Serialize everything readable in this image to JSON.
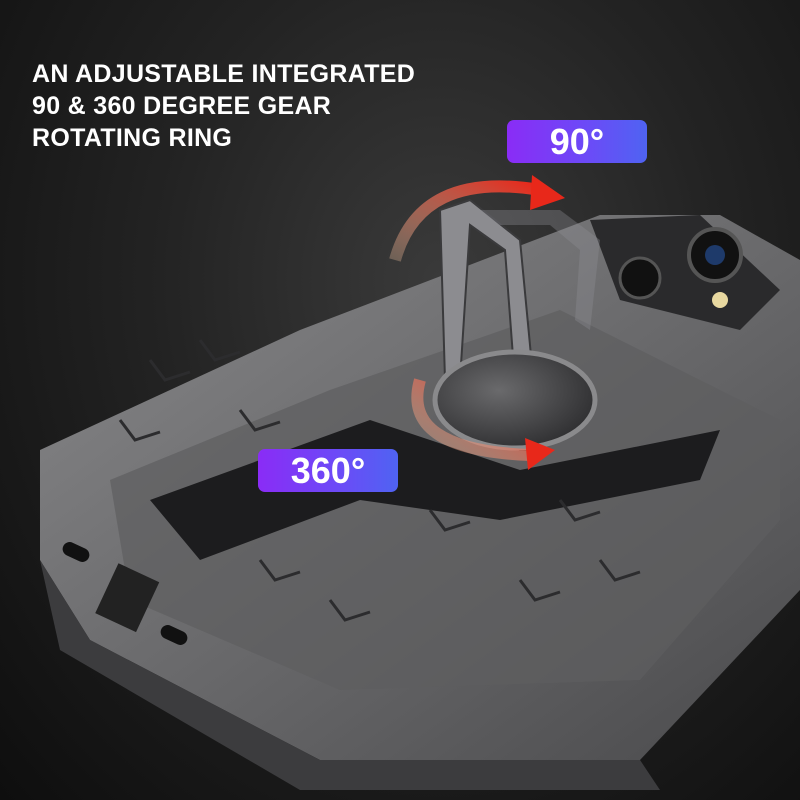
{
  "headline": {
    "lines": [
      "AN ADJUSTABLE INTEGRATED",
      "90 & 360 DEGREE GEAR",
      "ROTATING RING"
    ]
  },
  "badges": {
    "rotate_90": "90°",
    "rotate_360": "360°"
  },
  "colors": {
    "badge_start": "#8a2cf6",
    "badge_end": "#4f63f2",
    "arrow": "#e8321e",
    "case": "#6e6e70"
  }
}
